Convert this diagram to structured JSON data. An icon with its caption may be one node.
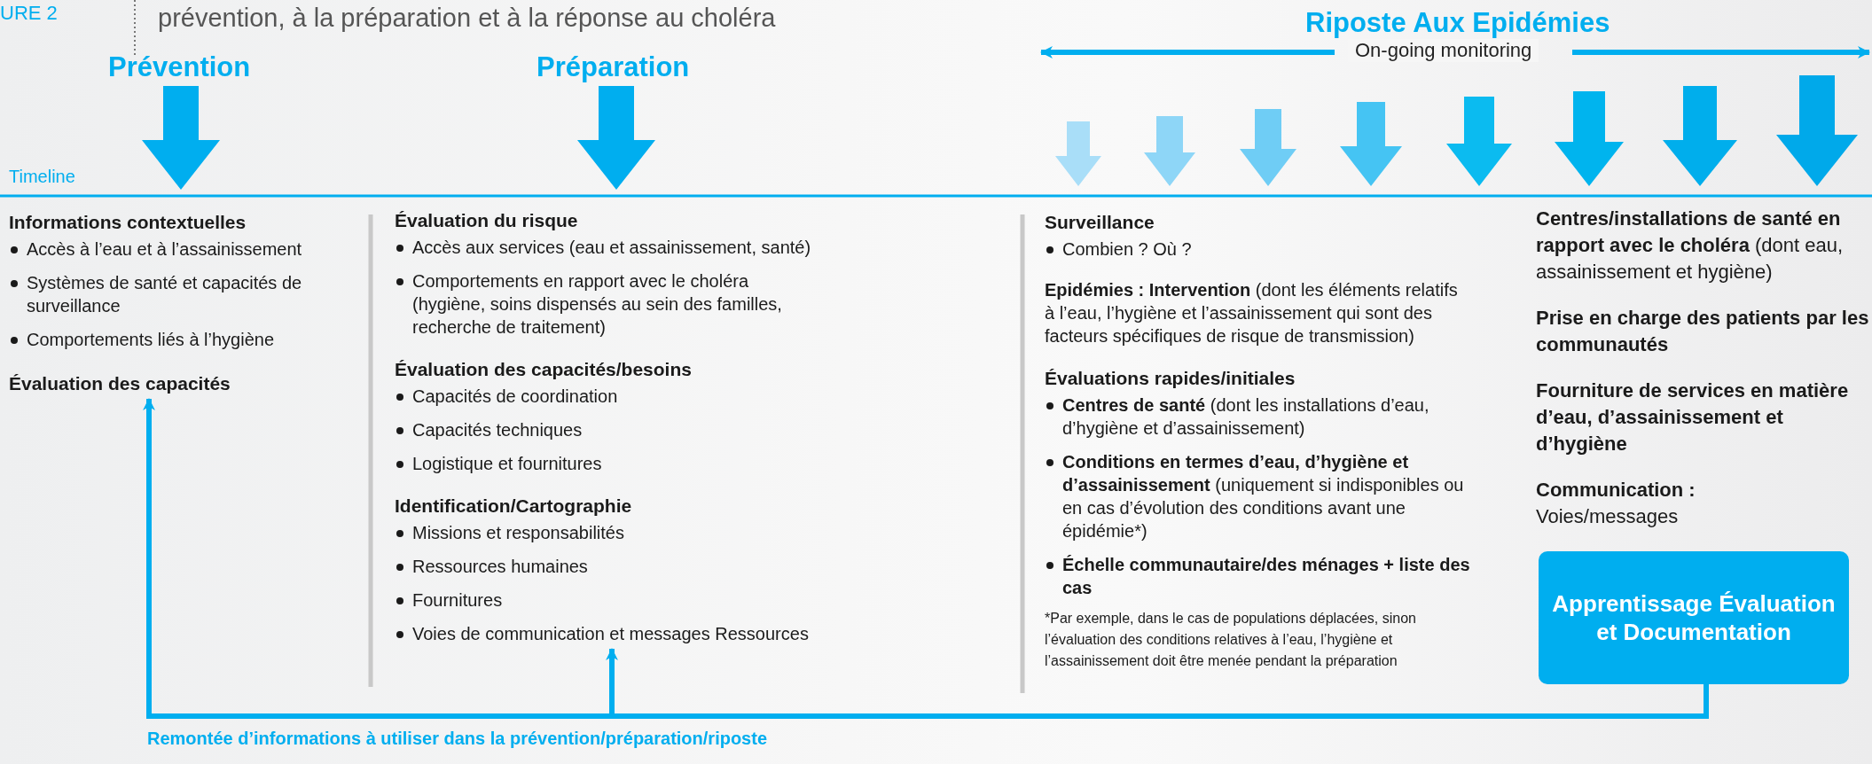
{
  "diagram": {
    "title": "prévention, à la préparation et à la réponse au choléra",
    "nodes": [
      {
        "text": [
          "Informations contextuelles",
          "Accès à l’eau et à l’assainissement",
          "Systèmes de santé et capacités de surveillance",
          "Comportements liés à l’hygiène"
        ]
      },
      {
        "text": [
          "Évaluation des capacités"
        ]
      },
      {
        "text": [
          "Évaluation du risque",
          "Accès aux services (eau et assainissement, santé)",
          "Comportements en rapport avec le choléra (hygiène, soins dispensés au sein des familles, recherche de traitement)",
          "Évaluation des capacités/besoins",
          "Capacités de coordination",
          "Capacités techniques",
          "Logistique et fournitures",
          "Identification/Cartographie",
          "Missions et responsabilités",
          "Ressources humaines",
          "Fournitures",
          "Voies de communication et messages Ressources"
        ]
      },
      {
        "text": [
          "Surveillance",
          "Combien ? Où ?",
          "**Epidémies : Intervention** (dont les éléments relatifs à l’eau, l’hygiène et l’assainissement qui sont des facteurs spécifiques de risque de transmission)",
          "Évaluations rapides/initiales",
          "**Centres de santé** (dont les installations d’eau, d’hygiène et d’assainissement)",
          "**Conditions en termes d’eau, d’hygiène et d’assainissement** (uniquement si indisponibles ou en cas d’évolution des conditions avant une épidémie*)",
          "Échelle communautaire/des ménages + liste des cas",
          "*Par exemple, dans le cas de populations déplacées, sinon l’évaluation des conditions relatives à l’eau, l’hygiène et l’assainissement doit être menée pendant la préparation"
        ]
      },
      {
        "text": [
          "**Centres/installations de santé en rapport avec le choléra** (dont eau, assainissement et hygiène)",
          "Prise en charge des patients par les communautés",
          "Fourniture de services en matière d’eau, d’assainissement et d’hygiène",
          "Communication :",
          "Voies/messages"
        ]
      },
      {
        "text": [
          "Apprentissage Évaluation et Documentation"
        ]
      }
    ],
    "edges": [
      {
        "from": 5,
        "to": 1,
        "arrow": "to"
      },
      {
        "from": 5,
        "to": 2,
        "arrow": "to"
      }
    ],
    "labels": [
      "URE 2",
      "Prévention",
      "Préparation",
      "Riposte Aux Epidémies",
      "On-going monitoring",
      "Timeline",
      "Remontée d’informations à utiliser dans la prévention/préparation/riposte"
    ]
  }
}
